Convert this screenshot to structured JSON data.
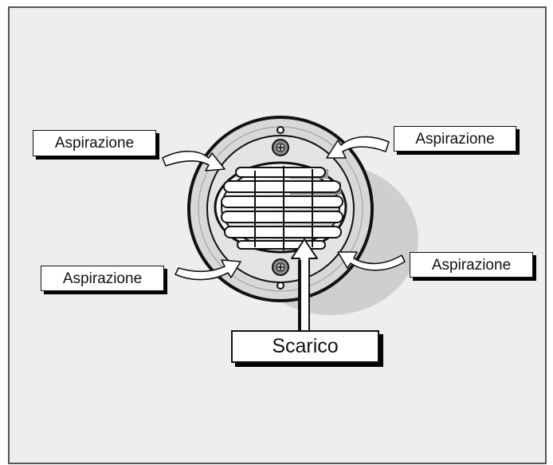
{
  "labels": {
    "intake_top_left": "Aspirazione",
    "intake_top_right": "Aspirazione",
    "intake_bottom_left": "Aspirazione",
    "intake_bottom_right": "Aspirazione",
    "exhaust": "Scarico"
  },
  "colors": {
    "background": "#eeeeee",
    "frame": "#555555",
    "ring": "#d8d8d8",
    "line": "#111111",
    "shadow": "#cfcfcf",
    "grille_dark": "#9a9a9a"
  },
  "icons": [
    "screw-icon",
    "air-flow-arrow-icon",
    "exhaust-arrow-icon"
  ]
}
